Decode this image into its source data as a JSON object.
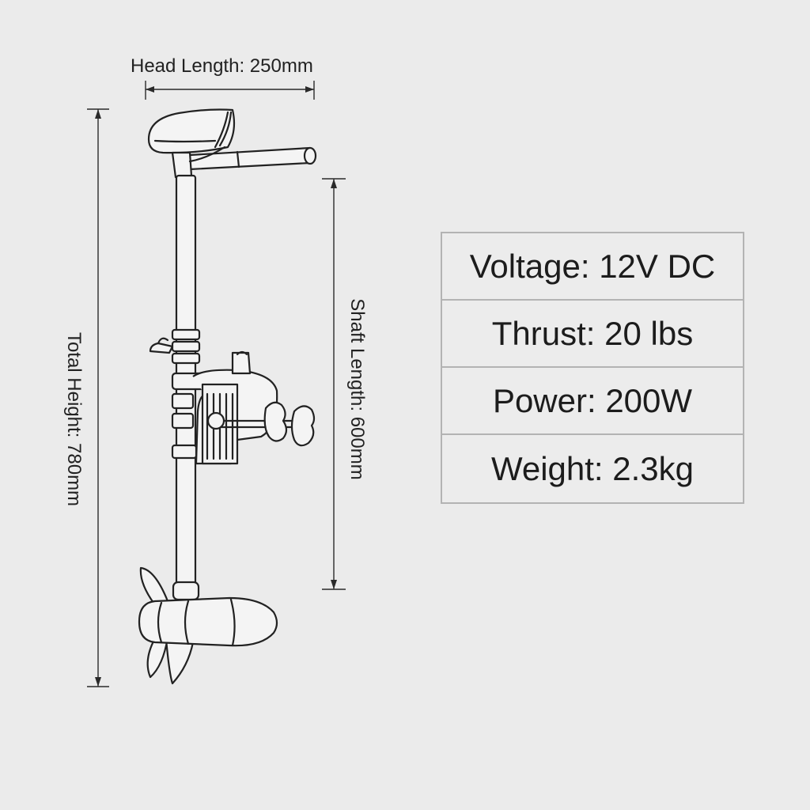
{
  "dimensions": {
    "head_length": "Head Length: 250mm",
    "total_height": "Total Height: 780mm",
    "shaft_length": "Shaft Length: 600mm"
  },
  "specs": [
    {
      "text": "Voltage: 12V DC"
    },
    {
      "text": "Thrust: 20 lbs"
    },
    {
      "text": "Power: 200W"
    },
    {
      "text": "Weight: 2.3kg"
    }
  ],
  "colors": {
    "background": "#ebebeb",
    "line": "#222222",
    "table_border": "#b3b3b3"
  }
}
